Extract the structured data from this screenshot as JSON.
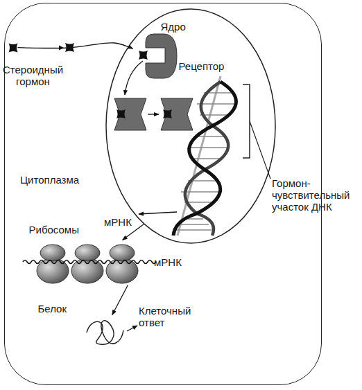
{
  "diagram": {
    "nodes": [
      {
        "text": [
          "Цитоплазма"
        ]
      },
      {
        "text": [
          "Ядро"
        ],
        "in": 0
      },
      {
        "text": [
          "Стероидный гормон"
        ],
        "in": 0
      },
      {
        "text": [
          "Рецептор"
        ],
        "in": 1
      },
      {
        "text": [
          "Рибосомы"
        ],
        "in": 0
      },
      {
        "text": [
          "Белок"
        ],
        "in": 0
      }
    ],
    "edges": [
      {
        "from": 2,
        "to": 3,
        "arrow": "to"
      },
      {
        "from": 1,
        "to": 4,
        "label": "мРНК",
        "arrow": "to"
      },
      {
        "from": 4,
        "to": 5,
        "arrow": "to"
      }
    ],
    "labels": [
      "Гормон- чувствительный участок ДНК",
      "мРНК",
      "Клеточный ответ"
    ]
  }
}
